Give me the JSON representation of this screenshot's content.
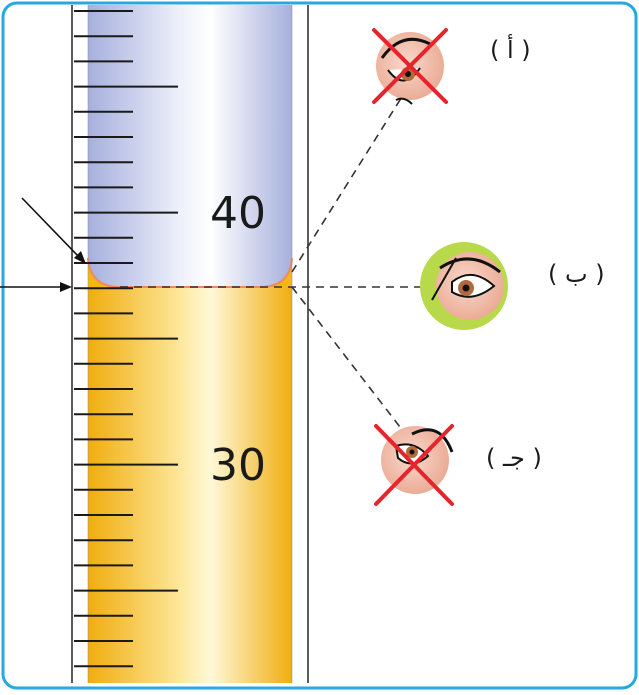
{
  "figure": {
    "border_color": "#29a8e0",
    "colors": {
      "upper_liquid": "#b9c2e6",
      "lower_liquid": "#f2b715",
      "meniscus_edge": "#f08a5d",
      "cross": "#e5242c",
      "correct_ring": "#b8d94a",
      "skin": "#f2c1ae"
    },
    "scale": {
      "labels": [
        "40",
        "30"
      ]
    },
    "viewpoints": [
      {
        "label": "( أ )",
        "position": "above",
        "crossed_out": true
      },
      {
        "label": "( ب )",
        "position": "level",
        "crossed_out": false
      },
      {
        "label": "( جـ )",
        "position": "below",
        "crossed_out": true
      }
    ]
  }
}
